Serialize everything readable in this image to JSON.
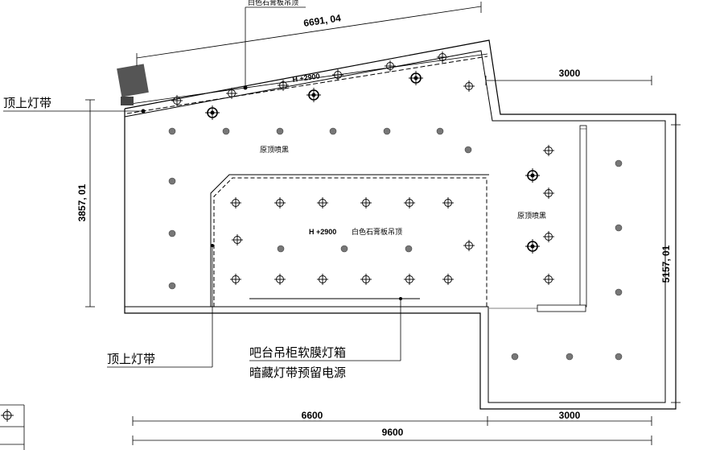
{
  "dimensions": {
    "slanted_wall": "6691, 04",
    "top_right": "3000",
    "left_height": "3857, 01",
    "right_height": "5157, 01",
    "bottom_left": "6600",
    "bottom_right": "3000",
    "bottom_total": "9600"
  },
  "labels": {
    "top_ceiling_material": "白色石膏板吊顶",
    "top_height": "H +2900",
    "left_led_strip": "顶上灯带",
    "original_ceiling_left": "原顶喷黑",
    "center_height": "H +2900",
    "center_ceiling_material": "白色石膏板吊顶",
    "original_ceiling_right": "原顶喷黑",
    "bottom_led_strip": "顶上灯带",
    "bar_cabinet_line1": "吧台吊柜软膜灯箱",
    "bar_cabinet_line2": "暗藏灯带预留电源"
  },
  "legend": {
    "symbols": [
      "downlight-icon"
    ]
  },
  "fixtures": {
    "downlight_icon": "downlight-icon",
    "spotlight_icon": "spotlight-icon",
    "dot_light_icon": "dot-light-icon"
  }
}
